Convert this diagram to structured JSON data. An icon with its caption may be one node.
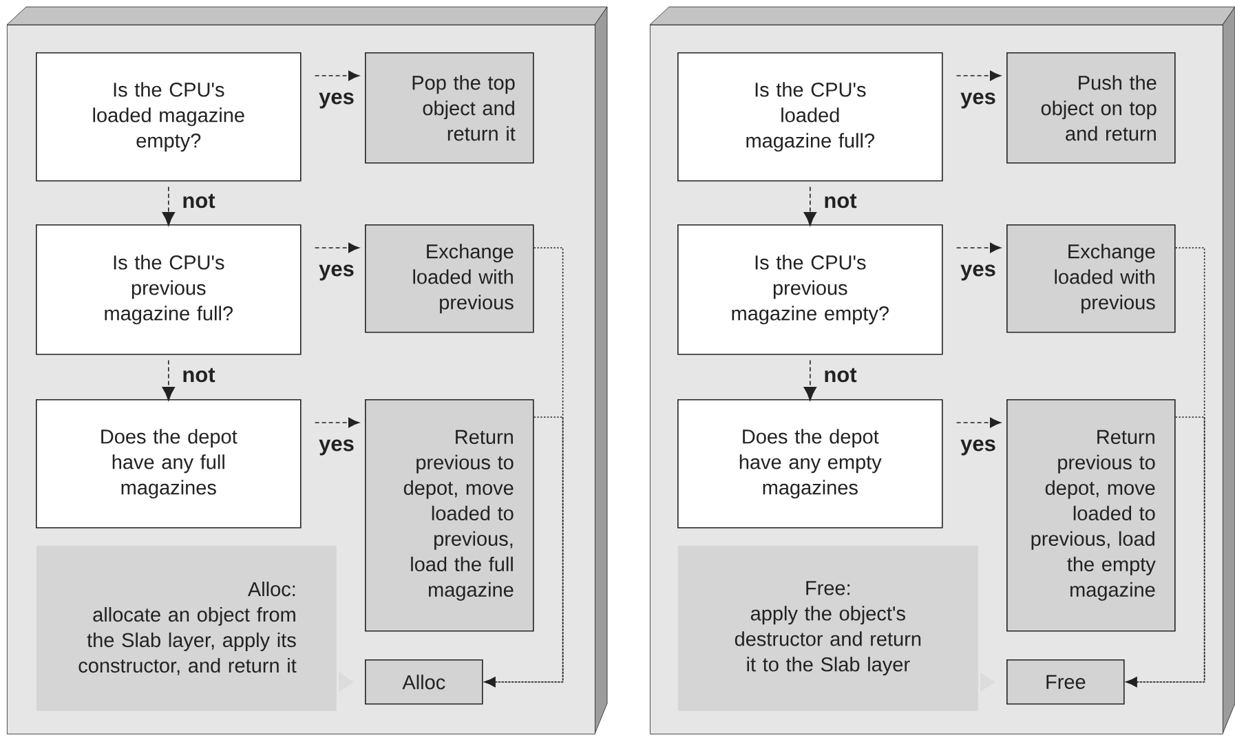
{
  "diagram": {
    "nodes": [
      {
        "text": [],
        "shape": "box"
      },
      {
        "text": [
          "Is the CPU's loaded magazine empty?"
        ],
        "in": 0
      },
      {
        "text": [
          "Pop the top object and return it"
        ],
        "in": 0
      },
      {
        "text": [
          "Is the CPU's previous magazine full?"
        ],
        "in": 0
      },
      {
        "text": [
          "Exchange loaded with previous"
        ],
        "in": 0
      },
      {
        "text": [
          "Does the depot have any full magazines"
        ],
        "in": 0
      },
      {
        "text": [
          "Return previous to depot, move loaded to previous, load the full magazine"
        ],
        "in": 0
      },
      {
        "text": [
          "Alloc:",
          "allocate an object from the Slab layer, apply its constructor, and return it"
        ],
        "in": 0
      },
      {
        "text": [
          "Alloc"
        ],
        "in": 0
      },
      {
        "text": [],
        "shape": "box"
      },
      {
        "text": [
          "Is the CPU's loaded magazine full?"
        ],
        "in": 9
      },
      {
        "text": [
          "Push the object on top and return"
        ],
        "in": 9
      },
      {
        "text": [
          "Is the CPU's previous magazine empty?"
        ],
        "in": 9
      },
      {
        "text": [
          "Exchange loaded with previous"
        ],
        "in": 9
      },
      {
        "text": [
          "Does the depot have any empty magazines"
        ],
        "in": 9
      },
      {
        "text": [
          "Return previous to depot, move loaded to previous, load the empty magazine"
        ],
        "in": 9
      },
      {
        "text": [
          "Free:",
          "apply the object's destructor and return it to the Slab layer"
        ],
        "in": 9
      },
      {
        "text": [
          "Free"
        ],
        "in": 9
      }
    ],
    "edges": [
      {
        "from": 1,
        "to": 2,
        "arrow": "to",
        "style": "dashed",
        "label": "yes"
      },
      {
        "from": 1,
        "to": 3,
        "arrow": "to",
        "style": "dashed",
        "label": "not"
      },
      {
        "from": 3,
        "to": 4,
        "arrow": "to",
        "style": "dashed",
        "label": "yes"
      },
      {
        "from": 3,
        "to": 5,
        "arrow": "to",
        "style": "dashed",
        "label": "not"
      },
      {
        "from": 5,
        "to": 6,
        "arrow": "to",
        "style": "dashed",
        "label": "yes"
      },
      {
        "from": 4,
        "to": 8,
        "arrow": "to",
        "style": "dashed"
      },
      {
        "from": 6,
        "to": 8,
        "arrow": "to",
        "style": "dashed"
      },
      {
        "from": 7,
        "to": 8,
        "arrow": "to",
        "color": "#dcdcdc"
      },
      {
        "from": 10,
        "to": 11,
        "arrow": "to",
        "style": "dashed",
        "label": "yes"
      },
      {
        "from": 10,
        "to": 12,
        "arrow": "to",
        "style": "dashed",
        "label": "not"
      },
      {
        "from": 12,
        "to": 13,
        "arrow": "to",
        "style": "dashed",
        "label": "yes"
      },
      {
        "from": 12,
        "to": 14,
        "arrow": "to",
        "style": "dashed",
        "label": "not"
      },
      {
        "from": 14,
        "to": 15,
        "arrow": "to",
        "style": "dashed",
        "label": "yes"
      },
      {
        "from": 13,
        "to": 17,
        "arrow": "to",
        "style": "dashed"
      },
      {
        "from": 15,
        "to": 17,
        "arrow": "to",
        "style": "dashed"
      },
      {
        "from": 16,
        "to": 17,
        "arrow": "to",
        "color": "#dcdcdc"
      }
    ]
  }
}
